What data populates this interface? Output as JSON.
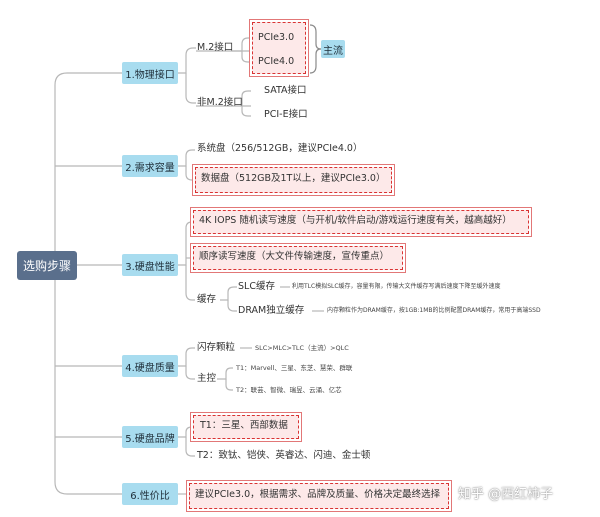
{
  "root": "选购步骤",
  "steps": [
    {
      "label": "1.物理接口"
    },
    {
      "label": "2.需求容量"
    },
    {
      "label": "3.硬盘性能"
    },
    {
      "label": "4.硬盘质量"
    },
    {
      "label": "5.硬盘品牌"
    },
    {
      "label": "6.性价比"
    }
  ],
  "interface": {
    "m2": "M.2接口",
    "pcie3": "PCIe3.0",
    "pcie4": "PCIe4.0",
    "mainstream": "主流",
    "non_m2": "非M.2接口",
    "sata": "SATA接口",
    "pcie_e": "PCI-E接口"
  },
  "capacity": {
    "system": "系统盘（256/512GB，建议PCIe4.0）",
    "data": "数据盘（512GB及1T以上，建议PCIe3.0）"
  },
  "performance": {
    "iops": "4K IOPS 随机读写速度（与开机/软件启动/游戏运行速度有关，越高越好）",
    "seq": "顺序读写速度（大文件传输速度，宣传重点）",
    "cache": "缓存",
    "slc": "SLC缓存",
    "slc_note": "利用TLC模拟SLC缓存，容量有限，传输大文件缓存写满后速度下降至缓外速度",
    "dram": "DRAM独立缓存",
    "dram_note": "内存颗粒作为DRAM缓存，按1GB:1MB的比例配置DRAM缓存，常用于高端SSD"
  },
  "quality": {
    "flash": "闪存颗粒",
    "flash_note": "SLC>MLC>TLC（主流）>QLC",
    "controller": "主控",
    "t1": "T1：Marvell、三星、东芝、慧荣、群联",
    "t2": "T2：联芸、智微、瑞昱、云涌、亿芯"
  },
  "brand": {
    "t1": "T1：三星、西部数据",
    "t2": "T2：致钛、铠侠、英睿达、闪迪、金士顿"
  },
  "value": {
    "note": "建议PCIe3.0，根据需求、品牌及质量、价格决定最终选择"
  },
  "watermark": "知乎 @西红柿子",
  "colors": {
    "line": "#b8b8b8",
    "node": "#a8dcef",
    "root": "#5a6f8c",
    "highlight": "#d93333"
  }
}
